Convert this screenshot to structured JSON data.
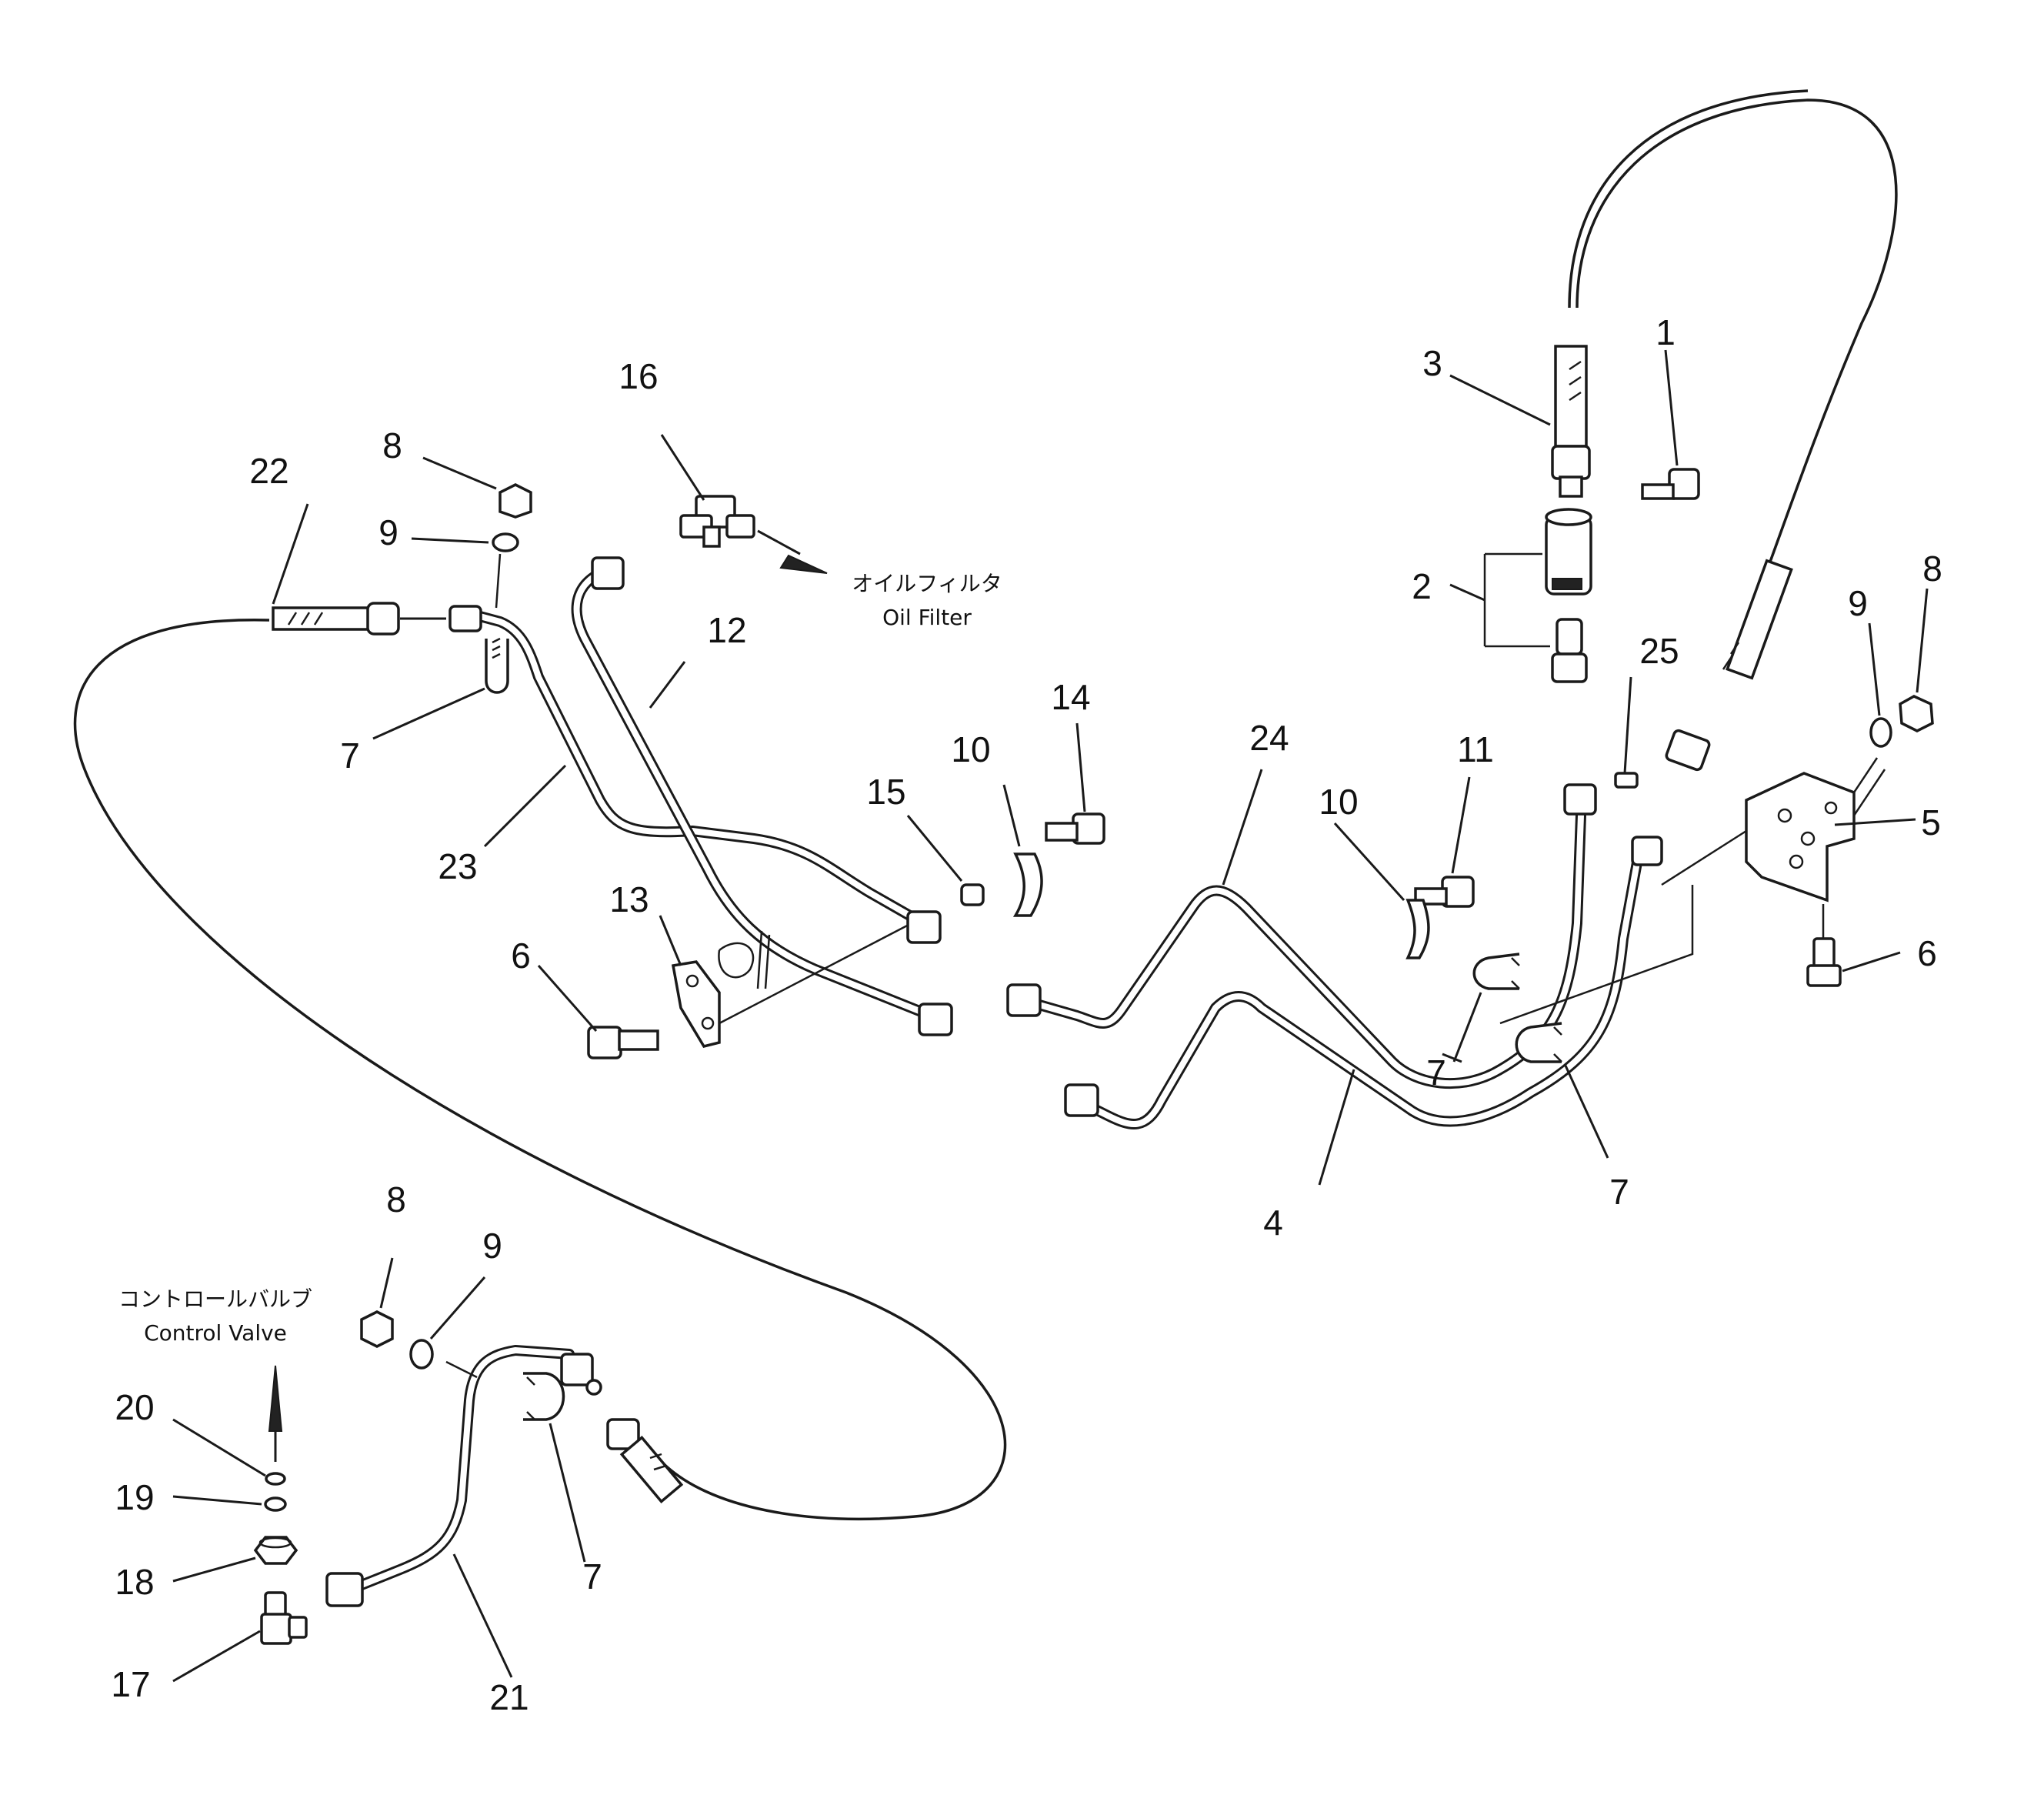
{
  "callouts": {
    "c1": "1",
    "c2": "2",
    "c3": "3",
    "c4": "4",
    "c5": "5",
    "c6a": "6",
    "c6b": "6",
    "c7a": "7",
    "c7b": "7",
    "c7c": "7",
    "c7d": "7",
    "c8a": "8",
    "c8b": "8",
    "c8c": "8",
    "c9a": "9",
    "c9b": "9",
    "c9c": "9",
    "c10a": "10",
    "c10b": "10",
    "c11": "11",
    "c12": "12",
    "c13": "13",
    "c14": "14",
    "c15": "15",
    "c16": "16",
    "c17": "17",
    "c18": "18",
    "c19": "19",
    "c20": "20",
    "c21": "21",
    "c22": "22",
    "c23": "23",
    "c24": "24",
    "c25": "25"
  },
  "annotations": {
    "oil_filter_jp": "オイルフィルタ",
    "oil_filter_en": "Oil Filter",
    "control_valve_jp": "コントロールバルブ",
    "control_valve_en": "Control Valve"
  }
}
